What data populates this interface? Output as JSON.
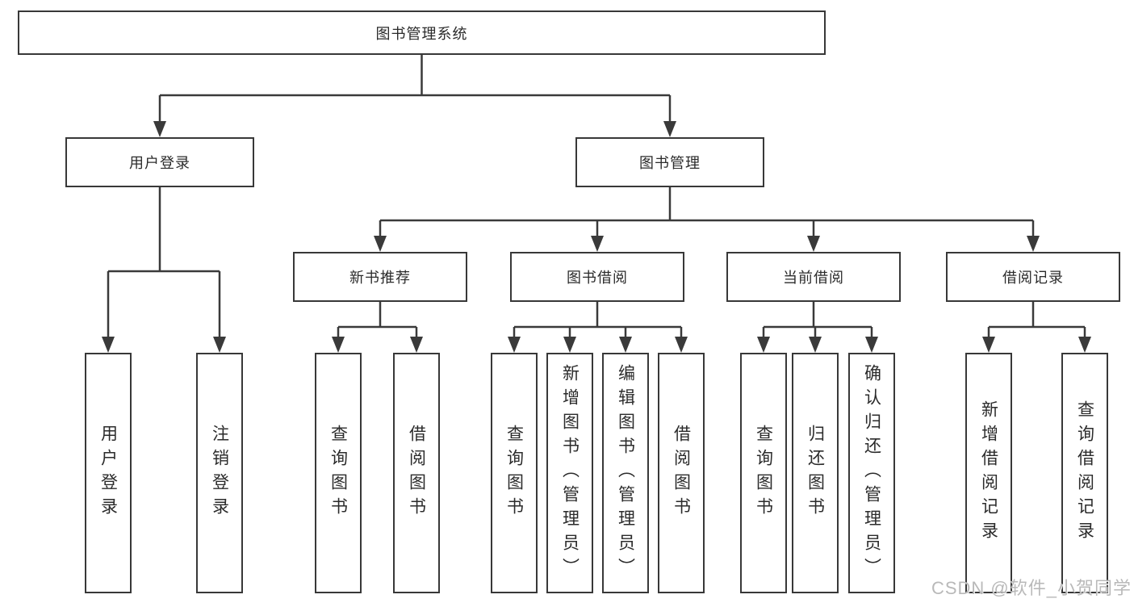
{
  "labels": {
    "root": "图书管理系统",
    "user_login": "用户登录",
    "book_mgmt": "图书管理",
    "new_book_rec": "新书推荐",
    "book_borrow": "图书借阅",
    "current_borrow": "当前借阅",
    "borrow_records": "借阅记录",
    "ul_user_login": "用户登录",
    "ul_logout": "注销登录",
    "nbr_query_book": "查询图书",
    "nbr_borrow_book": "借阅图书",
    "bb_query_book": "查询图书",
    "bb_add_book": "新增图书（管理员）",
    "bb_edit_book": "编辑图书（管理员）",
    "bb_borrow_book": "借阅图书",
    "cb_query_book": "查询图书",
    "cb_return_book": "归还图书",
    "cb_confirm_return": "确认归还（管理员）",
    "br_add_record": "新增借阅记录",
    "br_query_record": "查询借阅记录"
  },
  "watermark": "CSDN @软件_小贺同学",
  "colors": {
    "line": "#3a3a3a",
    "box_border": "#383838",
    "text": "#2b2b2b",
    "background": "#ffffff",
    "watermark": "#b9b9b9"
  }
}
